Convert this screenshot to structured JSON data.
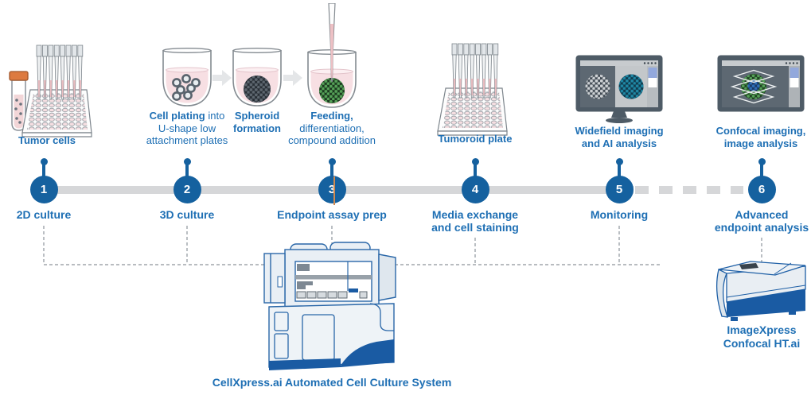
{
  "stations": [
    {
      "bold": "Tumor cells",
      "rest": ""
    },
    {
      "bold": "Cell plating",
      "rest": " into\nU-shape low\nattachment plates"
    },
    {
      "bold": "Spheroid\nformation",
      "rest": ""
    },
    {
      "bold": "Feeding,",
      "rest": "\ndifferentiation,\ncompound addition"
    },
    {
      "bold": "Tumoroid plate",
      "rest": ""
    },
    {
      "bold": "Widefield imaging\nand AI analysis",
      "rest": ""
    },
    {
      "bold": "Confocal imaging,\nimage analysis",
      "rest": ""
    }
  ],
  "timeline": {
    "steps": [
      {
        "number": "1",
        "label": "2D culture"
      },
      {
        "number": "2",
        "label": "3D culture"
      },
      {
        "number": "3",
        "label": "Endpoint assay prep"
      },
      {
        "number": "4",
        "label": "Media exchange\nand cell staining"
      },
      {
        "number": "5",
        "label": "Monitoring"
      },
      {
        "number": "6",
        "label": "Advanced\nendpoint analysis"
      }
    ]
  },
  "instruments": {
    "culture_system": {
      "label": "CellXpress.ai Automated Cell Culture System"
    },
    "confocal_imager": {
      "label": "ImageXpress\nConfocal HT.ai"
    }
  },
  "icons": {
    "test-tube-icon": "orange-capped tube containing tumor cells",
    "well-plate-icon": "96-well plate with multichannel pipette tips",
    "u-well-icon": "U-shape low attachment well",
    "arrow-right-icon": "process step arrow",
    "pipette-icon": "single-channel pipette dispensing",
    "monitor-widefield-icon": "monitor showing widefield + AI-segmented spheroid",
    "monitor-confocal-icon": "monitor showing confocal z-plane spheroid",
    "cellxpress-instrument-icon": "automated cell culture system",
    "imagexpress-instrument-icon": "benchtop confocal imager"
  },
  "palette": {
    "label_blue": "#1e6fb4",
    "step_blue": "#15619f",
    "timeline_gray": "#d6d7d9",
    "connector_gray": "#8d949b",
    "instrument_blue": "#1a5ba3",
    "instrument_outline": "#2a67a8",
    "liquid_pink": "#f7dfe3",
    "spheroid_green": "#55a057",
    "spheroid_teal": "#1f87a4",
    "cursor_artifact_orange": "#cf8a51"
  }
}
